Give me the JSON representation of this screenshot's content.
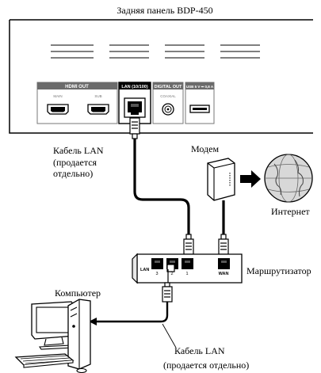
{
  "diagram": {
    "title": "Задняя панель BDP-450",
    "panel": {
      "groups": {
        "hdmi": "HDMI OUT",
        "lan": "LAN (10/100)",
        "digital": "DIGITAL OUT",
        "usb": "USB 5 V ⎓ 0,8 A"
      },
      "ports": {
        "main": "MAIN",
        "sub": "SUB",
        "coaxial": "COAXIAL"
      }
    },
    "labels": {
      "lan_cable_top_1": "Кабель LAN",
      "lan_cable_top_2": "(продается",
      "lan_cable_top_3": "отдельно)",
      "modem": "Модем",
      "internet": "Интернет",
      "router": "Маршрутизатор",
      "computer": "Компьютер",
      "lan_cable_bottom_1": "Кабель LAN",
      "lan_cable_bottom_2": "(продается отдельно)"
    },
    "router_ports": {
      "lan": "LAN",
      "p3": "3",
      "p2": "2",
      "p1": "1",
      "wan": "WAN"
    },
    "colors": {
      "line": "#000000",
      "panel_face": "#ffffff",
      "group_header": "#6b6b6b",
      "globe": "#d8d8d8"
    }
  }
}
